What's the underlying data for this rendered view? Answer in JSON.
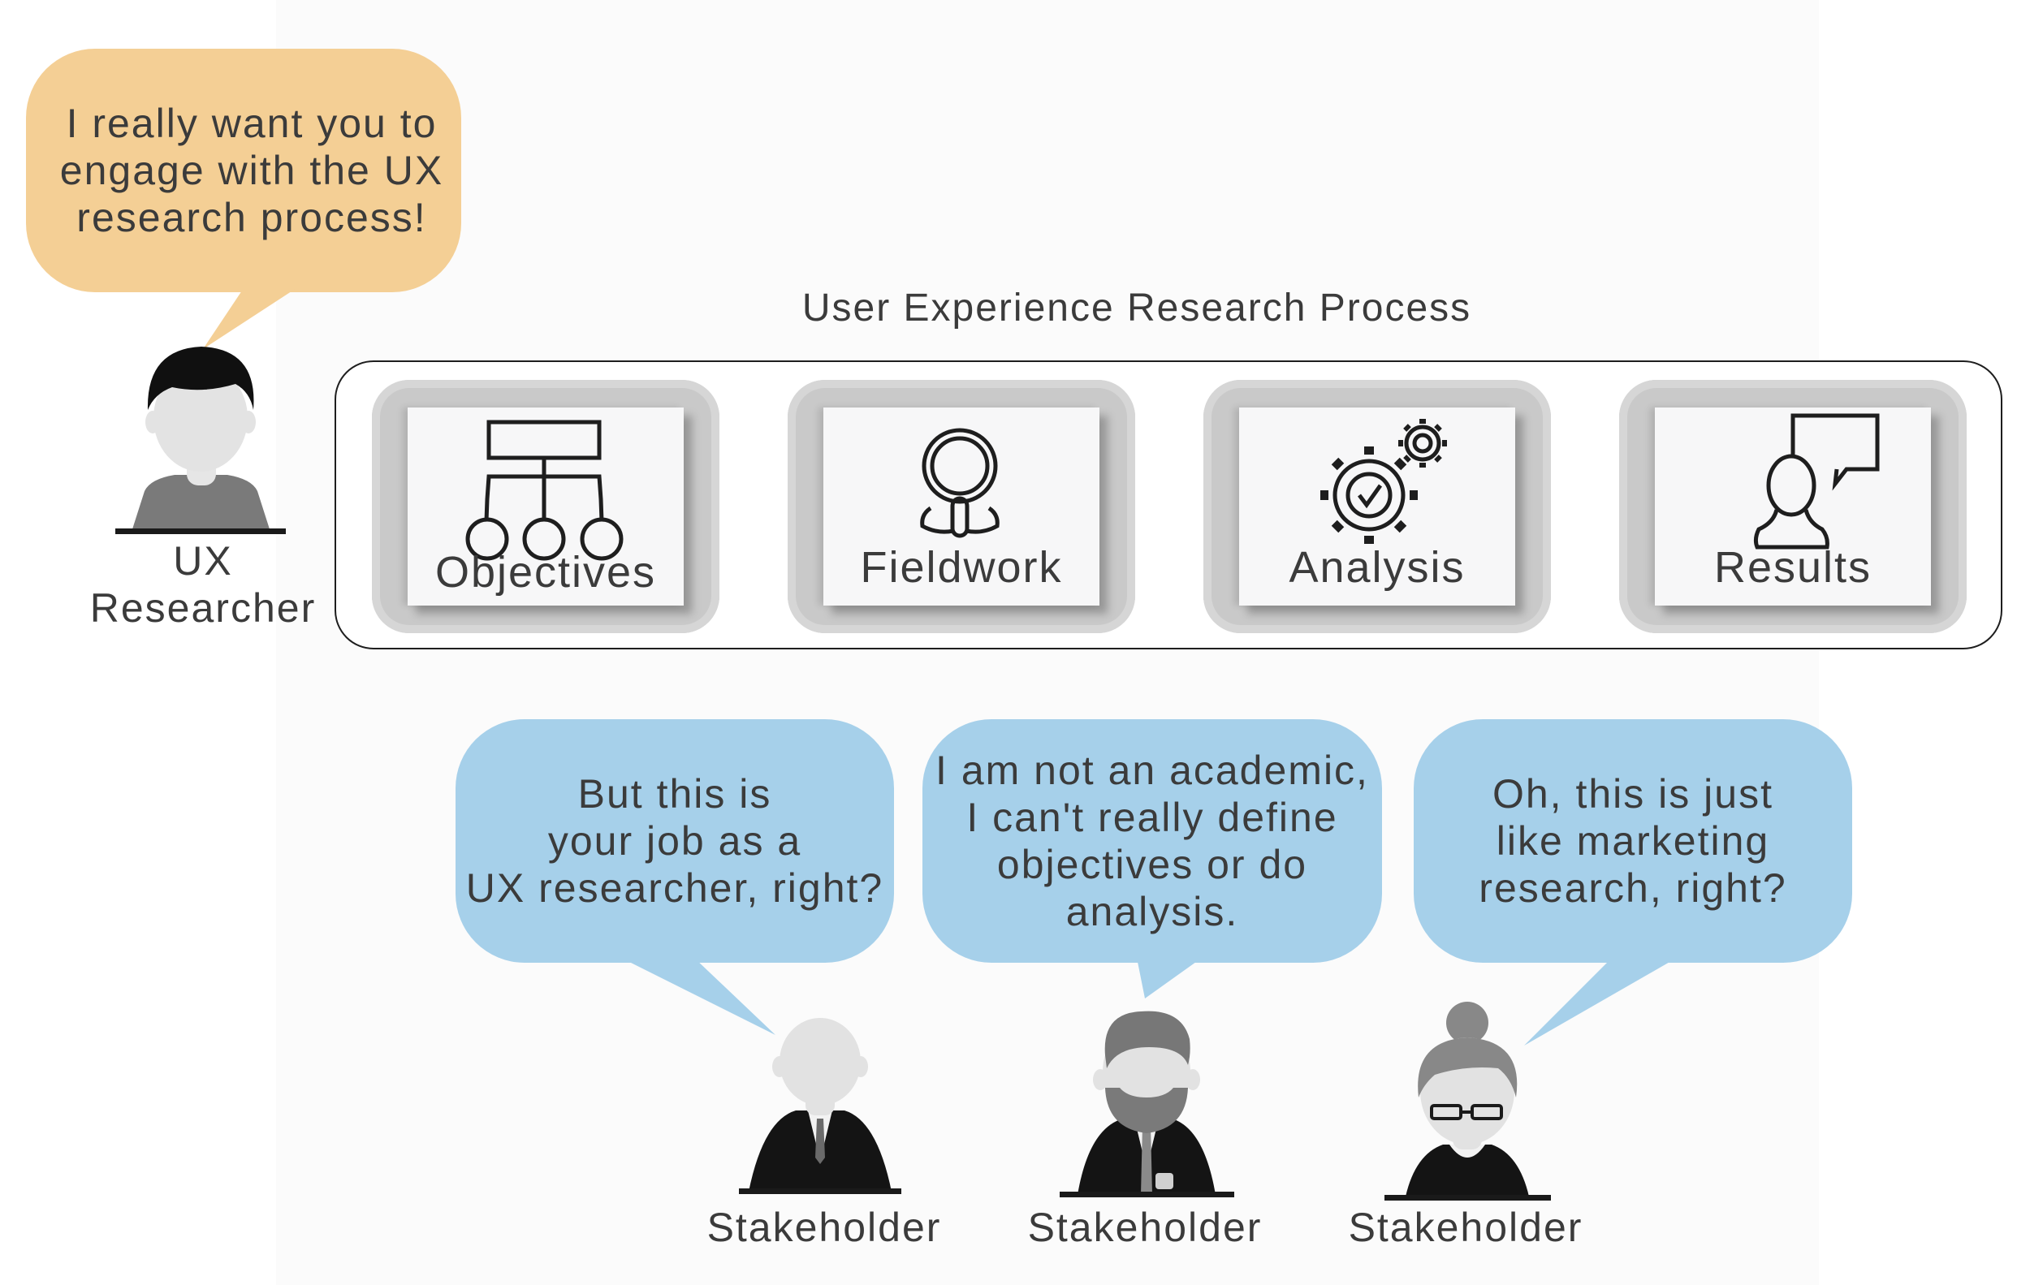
{
  "researcher": {
    "speech": "I really want you to\nengage with the UX\nresearch process!",
    "label": "UX\nResearcher"
  },
  "process": {
    "title": "User Experience Research Process",
    "steps": [
      {
        "label": "Objectives",
        "icon": "hierarchy-icon"
      },
      {
        "label": "Fieldwork",
        "icon": "magnifier-person-icon"
      },
      {
        "label": "Analysis",
        "icon": "gears-check-icon"
      },
      {
        "label": "Results",
        "icon": "person-speech-icon"
      }
    ]
  },
  "stakeholders": [
    {
      "speech": "But this is\nyour job as a\nUX researcher, right?",
      "label": "Stakeholder"
    },
    {
      "speech": "I am not an academic,\nI can't really define\nobjectives or do\nanalysis.",
      "label": "Stakeholder"
    },
    {
      "speech": "Oh, this is just\nlike marketing\nresearch, right?",
      "label": "Stakeholder"
    }
  ],
  "colors": {
    "researcher_bubble": "#f4cf95",
    "stakeholder_bubble": "#a6d0ea",
    "card_outer": "#c9c9c9",
    "card_inner": "#f7f7f8"
  }
}
